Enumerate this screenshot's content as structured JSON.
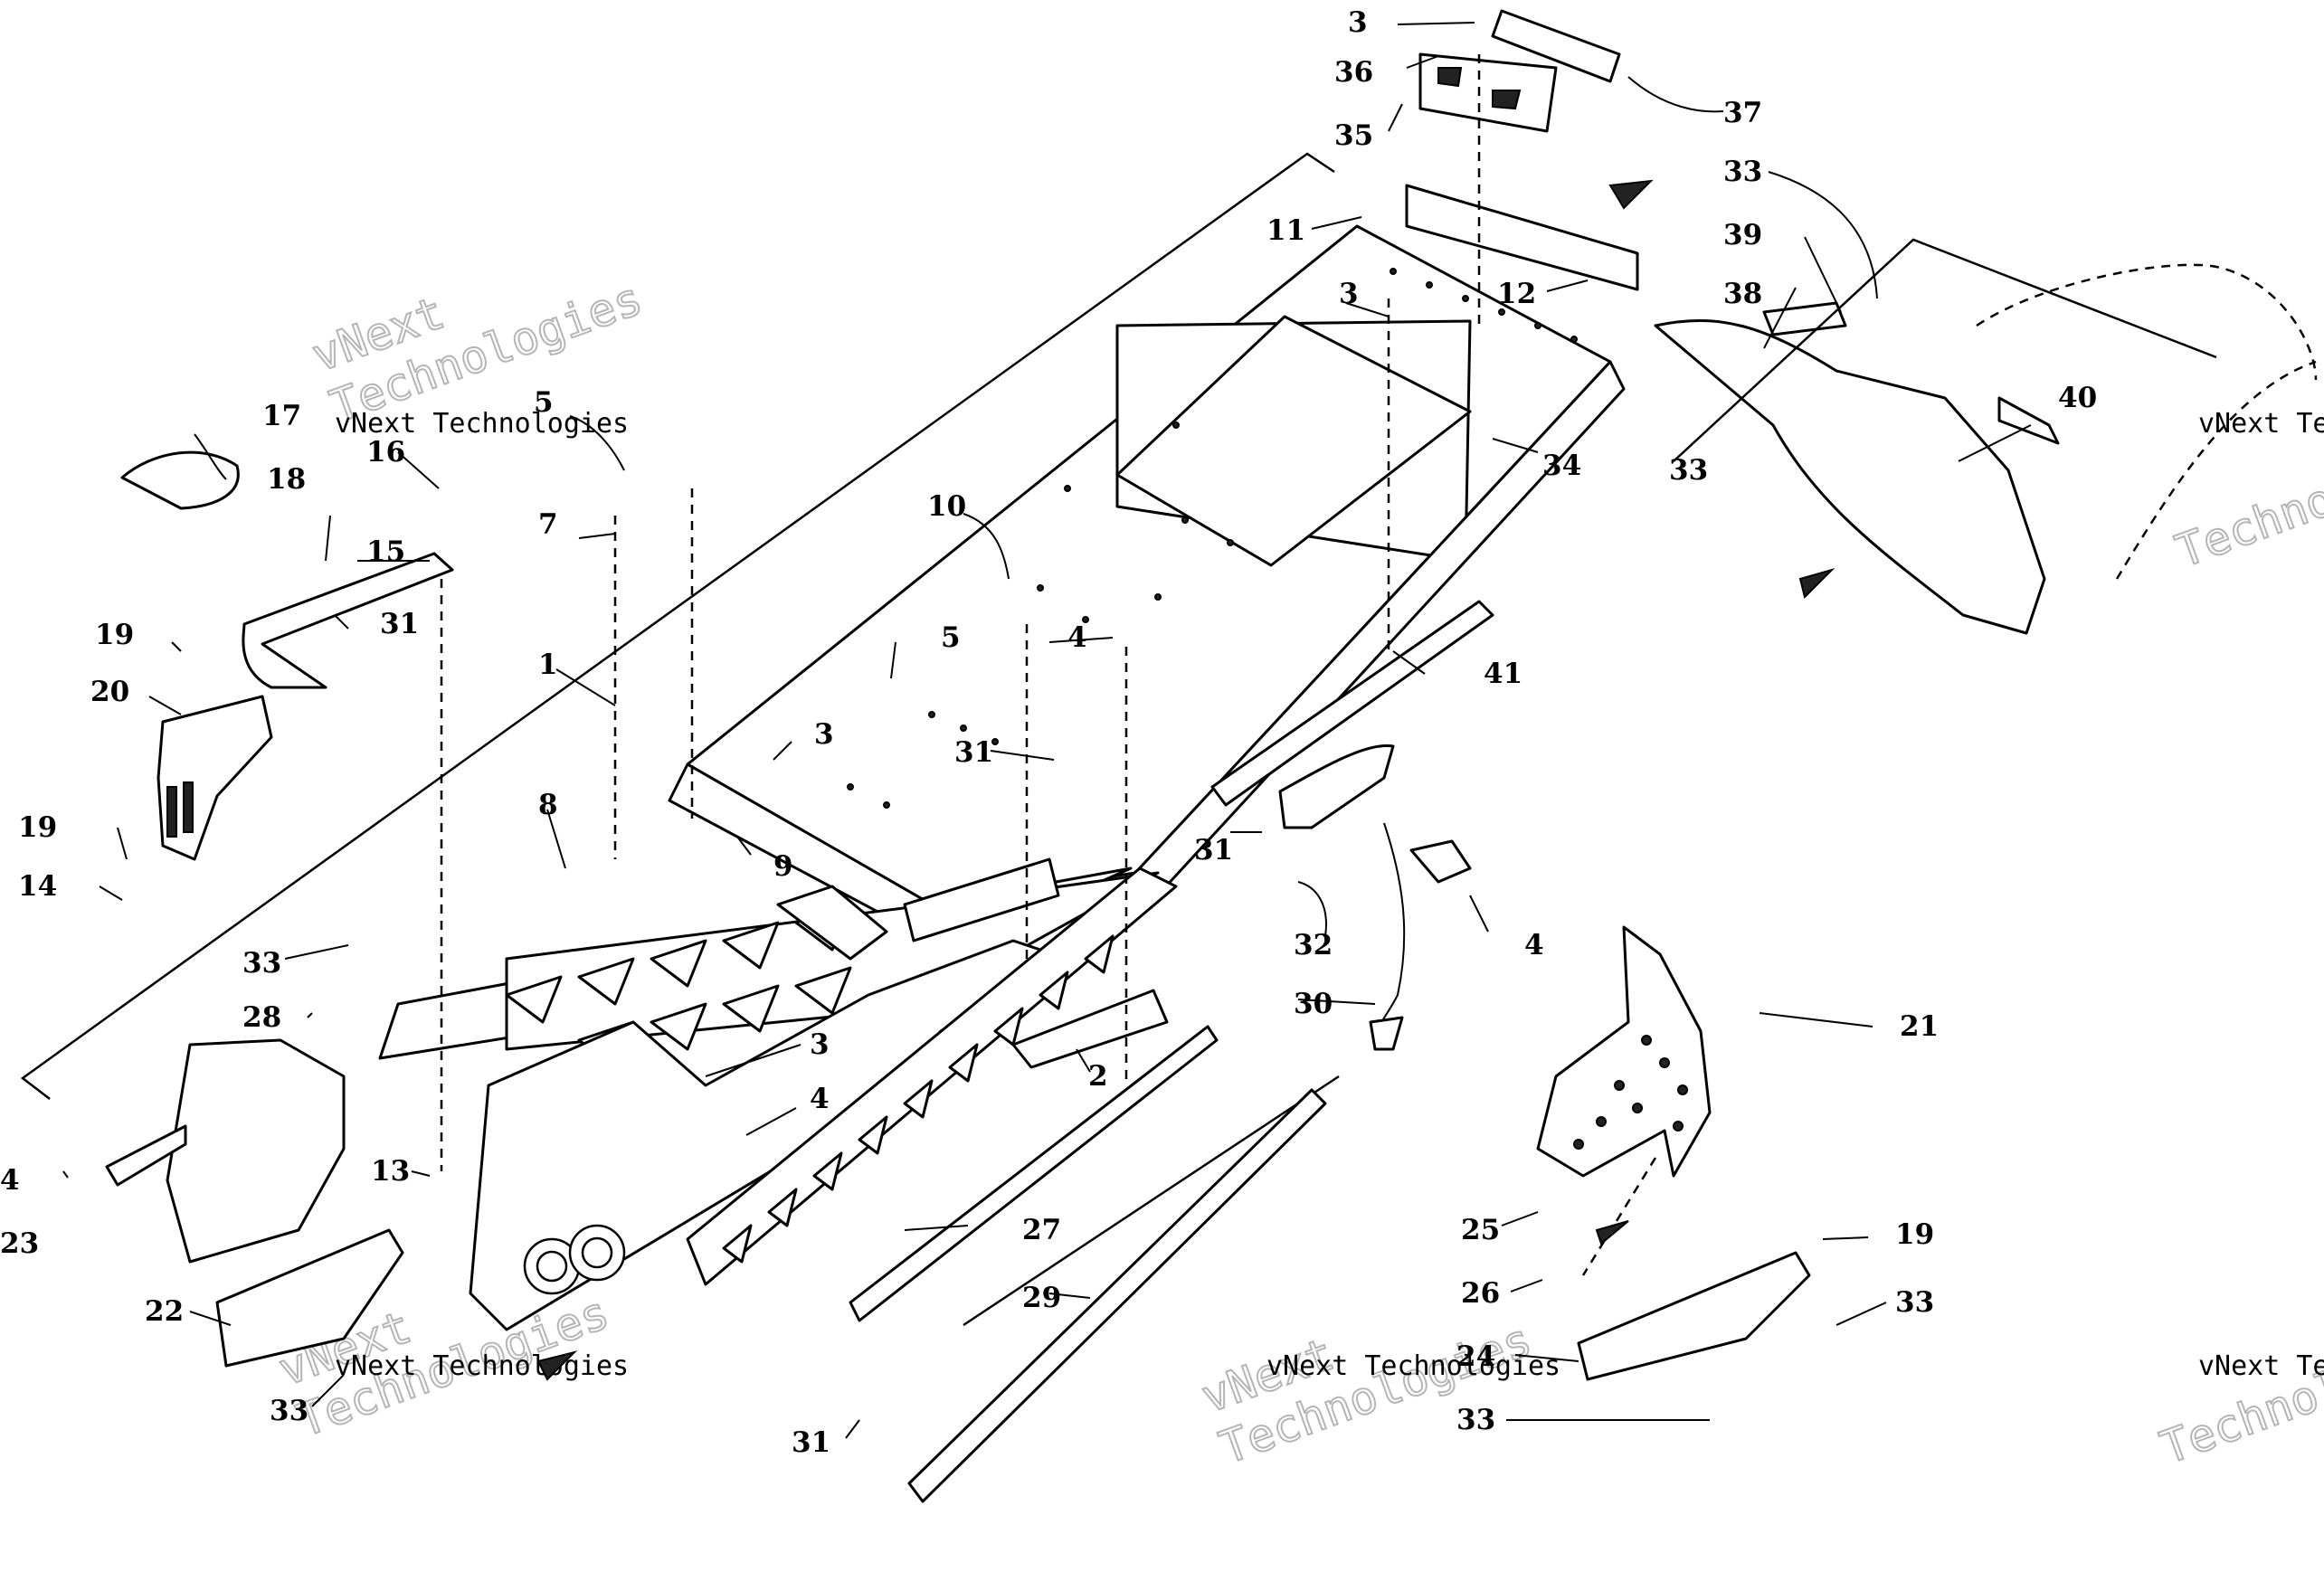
{
  "watermark": {
    "line1": "vNext Technologies",
    "line2": "Technologies",
    "line3": "vNext"
  },
  "callouts": [
    "3",
    "36",
    "37",
    "35",
    "11",
    "12",
    "33",
    "39",
    "38",
    "40",
    "3",
    "34",
    "5",
    "17",
    "16",
    "18",
    "7",
    "15",
    "10",
    "33",
    "31",
    "19",
    "20",
    "1",
    "5",
    "4",
    "41",
    "3",
    "31",
    "19",
    "14",
    "8",
    "9",
    "31",
    "32",
    "4",
    "33",
    "28",
    "30",
    "3",
    "21",
    "2",
    "4",
    "4",
    "13",
    "23",
    "27",
    "25",
    "19",
    "26",
    "33",
    "22",
    "29",
    "24",
    "33",
    "33",
    "31"
  ],
  "colors": {
    "ink": "#000000",
    "paper": "#ffffff",
    "watermark": "#b5b5b5"
  }
}
